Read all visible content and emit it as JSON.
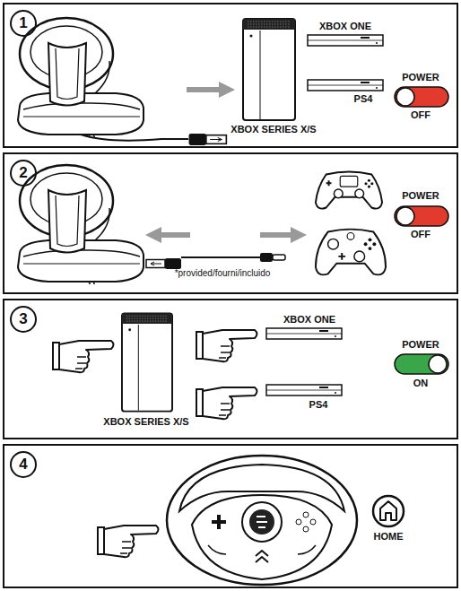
{
  "diagram": {
    "nodes": [
      {
        "text": [
          "1"
        ]
      },
      {
        "text": [
          "2"
        ]
      },
      {
        "text": [
          "3"
        ]
      },
      {
        "text": [
          "4"
        ]
      }
    ],
    "labels": [
      "XBOX ONE",
      "POWER",
      "PS4",
      "XBOX SERIES X/S",
      "OFF",
      "POWER",
      "*provided/fourni/incluido",
      "OFF",
      "XBOX ONE",
      "POWER",
      "PS4",
      "XBOX SERIES X/S",
      "ON",
      "HOME"
    ]
  }
}
